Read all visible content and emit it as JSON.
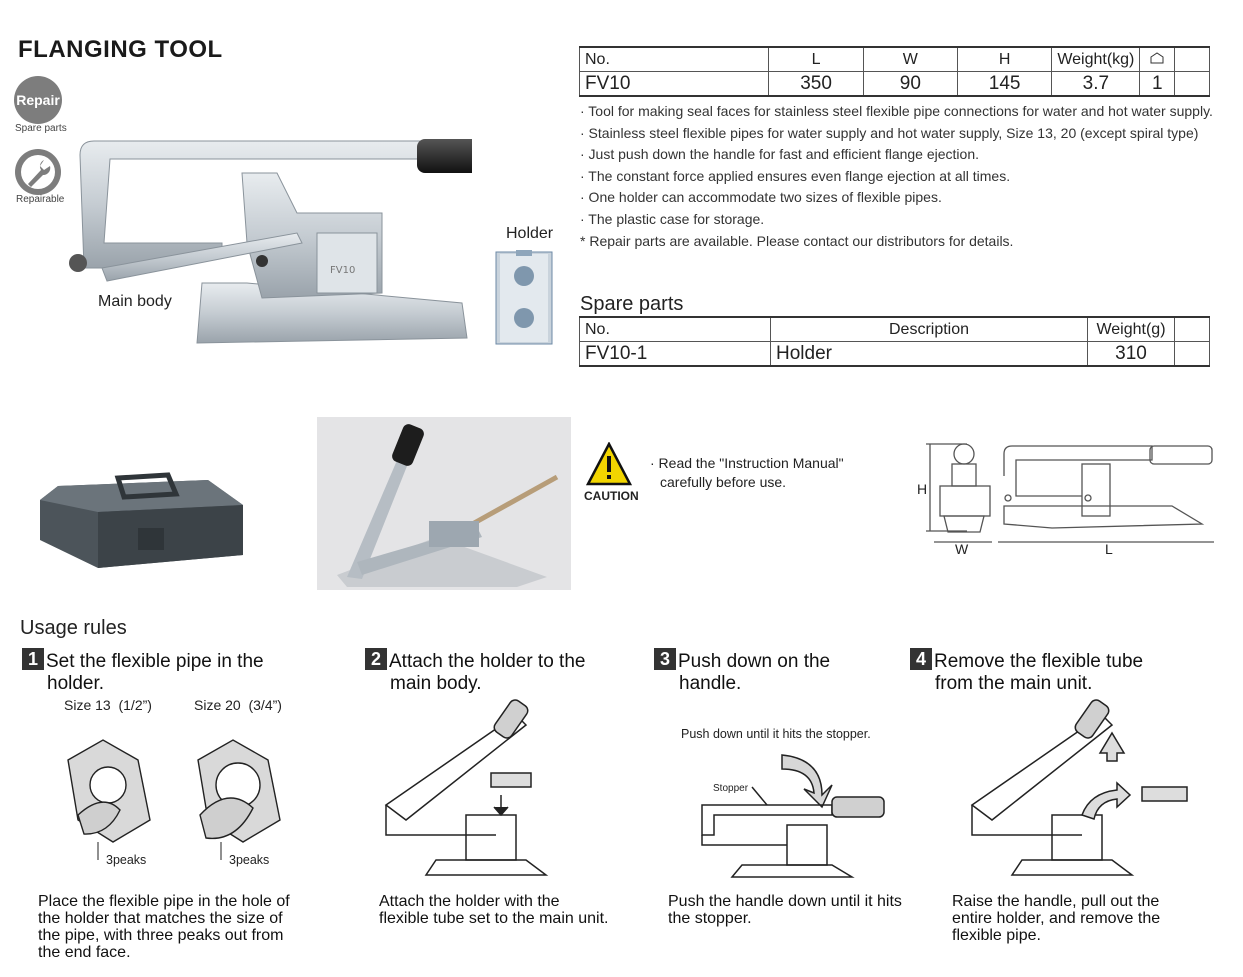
{
  "page": {
    "title": "FLANGING TOOL",
    "badges": {
      "repair_label": "Repair",
      "repair_caption": "Spare parts",
      "repairable_caption": "Repairable"
    }
  },
  "spec_table": {
    "headers": [
      "No.",
      "L",
      "W",
      "H",
      "Weight(kg)",
      ""
    ],
    "rows": [
      [
        "FV10",
        "350",
        "90",
        "145",
        "3.7",
        "1"
      ]
    ]
  },
  "features": [
    "· Tool for making seal faces for stainless steel flexible pipe connections for water and hot water supply.",
    "· Stainless steel flexible pipes for water supply and hot water supply, Size 13, 20 (except spiral type)",
    "· Just push down the handle for fast and efficient flange ejection.",
    "· The constant force applied ensures even flange ejection at all times.",
    "· One holder can accommodate two sizes of flexible pipes.",
    "· The plastic case for storage.",
    "* Repair parts are available. Please contact our distributors for details."
  ],
  "images": {
    "main_body_caption": "Main body",
    "holder_caption": "Holder"
  },
  "spare_parts": {
    "title": "Spare parts",
    "headers": [
      "No.",
      "Description",
      "Weight(g)",
      ""
    ],
    "rows": [
      [
        "FV10-1",
        "Holder",
        "310",
        ""
      ]
    ]
  },
  "caution": {
    "label": "CAUTION",
    "text_line1": "· Read the \"Instruction Manual\"",
    "text_line2": "carefully before use."
  },
  "dimensions": {
    "h_label": "H",
    "w_label": "W",
    "l_label": "L"
  },
  "usage": {
    "title": "Usage rules",
    "steps": [
      {
        "num": "1",
        "title_line1": "Set the flexible pipe in the",
        "title_line2": "holder.",
        "desc": [
          "Place the flexible pipe in the hole of",
          "the holder that matches the size of",
          "the pipe, with three peaks out from",
          "the end face."
        ]
      },
      {
        "num": "2",
        "title_line1": "Attach the holder to the",
        "title_line2": "main body.",
        "desc": [
          "Attach the holder with the",
          "flexible tube set to the main unit."
        ]
      },
      {
        "num": "3",
        "title_line1": "Push down on the",
        "title_line2": "handle.",
        "desc": [
          "Push the handle down until it hits",
          "the stopper."
        ]
      },
      {
        "num": "4",
        "title_line1": "Remove the flexible tube",
        "title_line2": "from the main unit.",
        "desc": [
          "Raise the handle, pull out the",
          "entire holder, and remove the",
          "flexible pipe."
        ]
      }
    ],
    "size13_label": "Size 13  (1/2”)",
    "size20_label": "Size 20  (3/4”)",
    "peaks_label": "3peaks",
    "push_note": "Push down until it hits the stopper.",
    "stopper_label": "Stopper"
  }
}
